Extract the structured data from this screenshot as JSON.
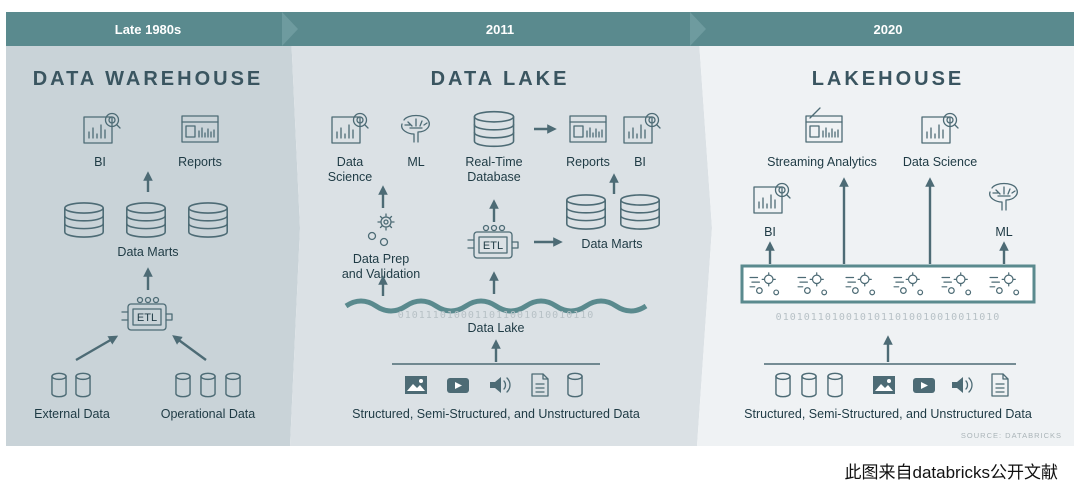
{
  "eras": [
    "Late 1980s",
    "2011",
    "2020"
  ],
  "warehouse": {
    "title": "DATA WAREHOUSE",
    "bi": "BI",
    "reports": "Reports",
    "data_marts": "Data Marts",
    "etl": "ETL",
    "external": "External Data",
    "operational": "Operational Data"
  },
  "lake": {
    "title": "DATA LAKE",
    "data_science": [
      "Data",
      "Science"
    ],
    "ml": "ML",
    "realtime": [
      "Real-Time",
      "Database"
    ],
    "reports": "Reports",
    "bi": "BI",
    "etl": "ETL",
    "data_marts": "Data Marts",
    "prep": [
      "Data Prep",
      "and Validation"
    ],
    "binary": "0101110100011011001010010110",
    "data_lake": "Data Lake",
    "sources": "Structured, Semi-Structured, and Unstructured Data"
  },
  "lakehouse": {
    "title": "LAKEHOUSE",
    "streaming": "Streaming Analytics",
    "data_science": "Data Science",
    "bi": "BI",
    "ml": "ML",
    "binary": "01010110100101011010010010011010",
    "sources": "Structured, Semi-Structured, and Unstructured Data"
  },
  "source_note": "SOURCE: DATABRICKS",
  "caption": "此图来自databricks公开文献",
  "colors": {
    "header_bar": "#5a8a8e",
    "panel_1": "#c9d3d8",
    "panel_2": "#dbe1e5",
    "panel_3": "#eff2f4",
    "ink": "#4d6b75"
  }
}
